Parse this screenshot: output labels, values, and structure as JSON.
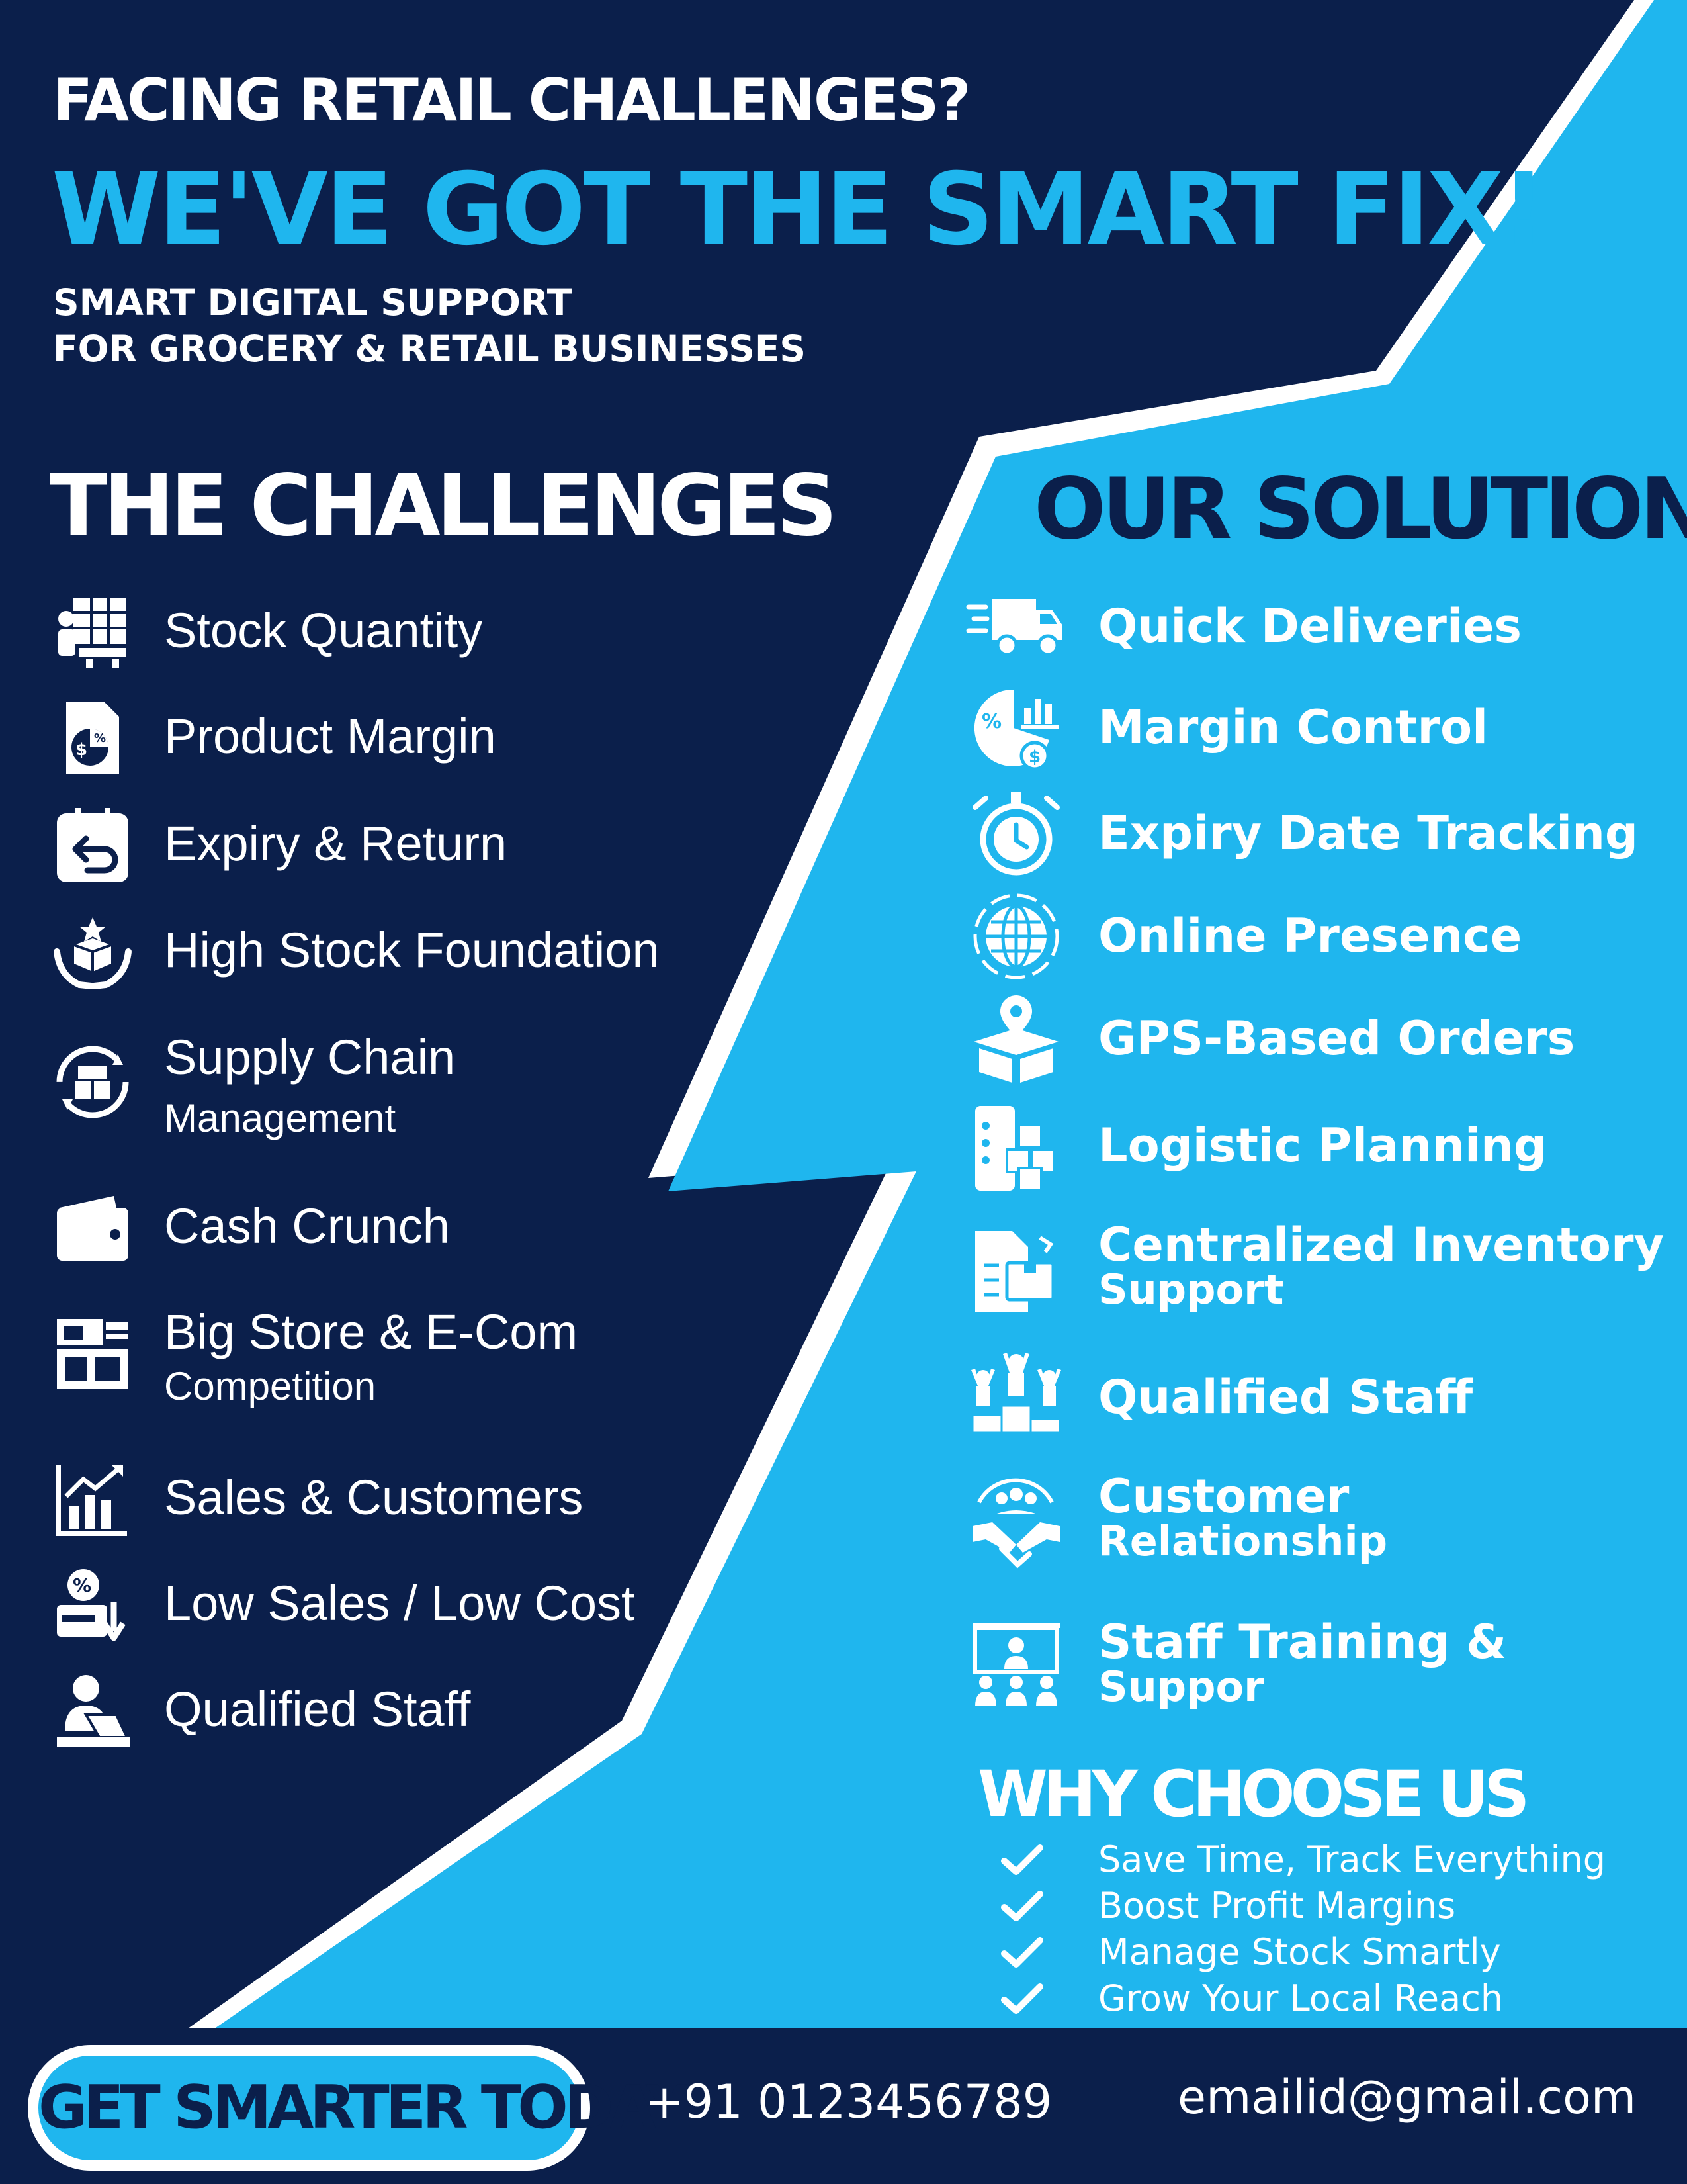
{
  "header": {
    "question": "FACING RETAIL CHALLENGES?",
    "headline": "WE'VE GOT THE SMART FIX!",
    "subline_1": "SMART DIGITAL SUPPORT",
    "subline_2": "FOR GROCERY & RETAIL BUSINESSES"
  },
  "challenges": {
    "title": "THE CHALLENGES",
    "items": [
      {
        "label": "Stock Quantity",
        "icon": "inventory-worker-icon"
      },
      {
        "label": "Product Margin",
        "icon": "margin-document-icon"
      },
      {
        "label": "Expiry & Return",
        "icon": "return-bag-icon"
      },
      {
        "label": "High Stock Foundation",
        "icon": "hands-box-icon"
      },
      {
        "label": "Supply Chain",
        "sub": "Management",
        "icon": "supply-cycle-icon"
      },
      {
        "label": "Cash Crunch",
        "icon": "wallet-icon"
      },
      {
        "label": "Big Store & E-Com",
        "sub": "Competition",
        "icon": "store-icon"
      },
      {
        "label": "Sales & Customers",
        "icon": "sales-chart-icon"
      },
      {
        "label": "Low Sales / Low Cost",
        "icon": "discount-down-icon"
      },
      {
        "label": "Qualified Staff",
        "icon": "staff-laptop-icon"
      }
    ]
  },
  "solutions": {
    "title": "OUR SOLUTIONS",
    "items": [
      {
        "label": "Quick Deliveries",
        "icon": "delivery-truck-icon"
      },
      {
        "label": "Margin Control",
        "icon": "margin-pie-icon"
      },
      {
        "label": "Expiry Date Tracking",
        "icon": "stopwatch-icon"
      },
      {
        "label": "Online Presence",
        "icon": "globe-icon"
      },
      {
        "label": "GPS-Based Orders",
        "icon": "gps-box-icon"
      },
      {
        "label": "Logistic Planning",
        "icon": "logistics-boxes-icon"
      },
      {
        "label": "Centralized Inventory",
        "sub": "Support",
        "icon": "inventory-doc-icon"
      },
      {
        "label": "Qualified Staff",
        "icon": "team-podium-icon"
      },
      {
        "label": "Customer",
        "sub": "Relationship",
        "icon": "handshake-icon"
      },
      {
        "label": "Staff Training &",
        "sub": "Suppor",
        "icon": "training-board-icon"
      }
    ]
  },
  "why": {
    "title": "WHY CHOOSE US",
    "items": [
      "Save Time, Track Everything",
      "Boost Profit Margins",
      "Manage Stock Smartly",
      "Grow Your Local Reach"
    ]
  },
  "footer": {
    "cta": "GET SMARTER TODAY",
    "phone": "+91 0123456789",
    "email": "emailid@gmail.com"
  },
  "colors": {
    "navy": "#0b1f4b",
    "accent": "#1fb6ee",
    "white": "#ffffff"
  }
}
